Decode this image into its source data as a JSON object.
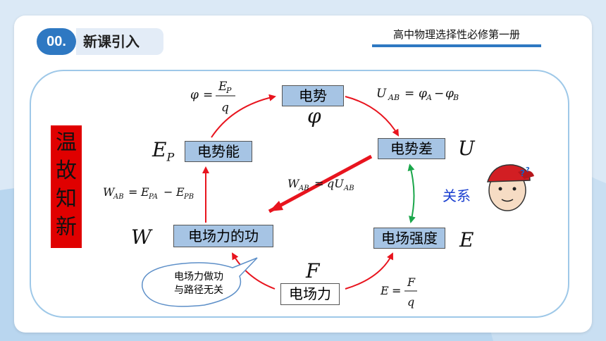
{
  "header": {
    "section_number": "00.",
    "section_title": "新课引入",
    "book_title": "高中物理选择性必修第一册"
  },
  "review_label": [
    "温",
    "故",
    "知",
    "新"
  ],
  "nodes": {
    "potential": "电势",
    "potential_difference": "电势差",
    "potential_energy": "电势能",
    "work": "电场力的功",
    "field_strength": "电场强度",
    "force": "电场力"
  },
  "symbols": {
    "potential": "φ",
    "potential_difference": "U",
    "field_strength": "E",
    "force": "F",
    "work": "W",
    "potential_energy_main": "E",
    "potential_energy_sub": "P"
  },
  "relation_label": "关系",
  "bubble_text": [
    "电场力做功",
    "与路径无关"
  ],
  "colors": {
    "accent": "#2e78c2",
    "node_fill": "#a6c4e4",
    "arrow_red": "#e8141e",
    "arrow_green": "#1aa64a",
    "review_red": "#e00000",
    "relation_blue": "#1a3fd0"
  }
}
